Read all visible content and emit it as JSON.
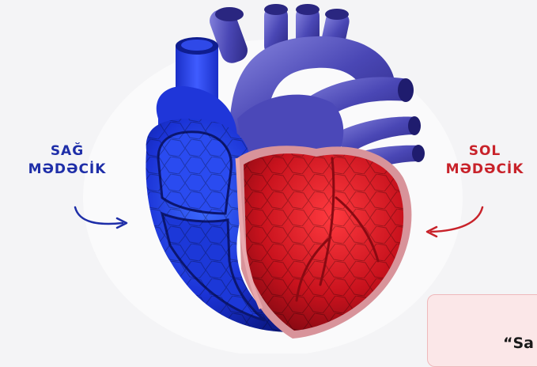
{
  "labels": {
    "left": {
      "line1": "SAĞ",
      "line2": "MƏDƏCİK"
    },
    "right": {
      "line1": "SOL",
      "line2": "MƏDƏCİK"
    }
  },
  "quote_box": {
    "text": "“Sa"
  },
  "colors": {
    "left_accent": "#1e2ea8",
    "right_accent": "#c8222a",
    "background": "#f4f4f6",
    "quote_box_fill": "#fbe7e8"
  },
  "illustration": {
    "subject": "heart-anatomy-illustration"
  }
}
